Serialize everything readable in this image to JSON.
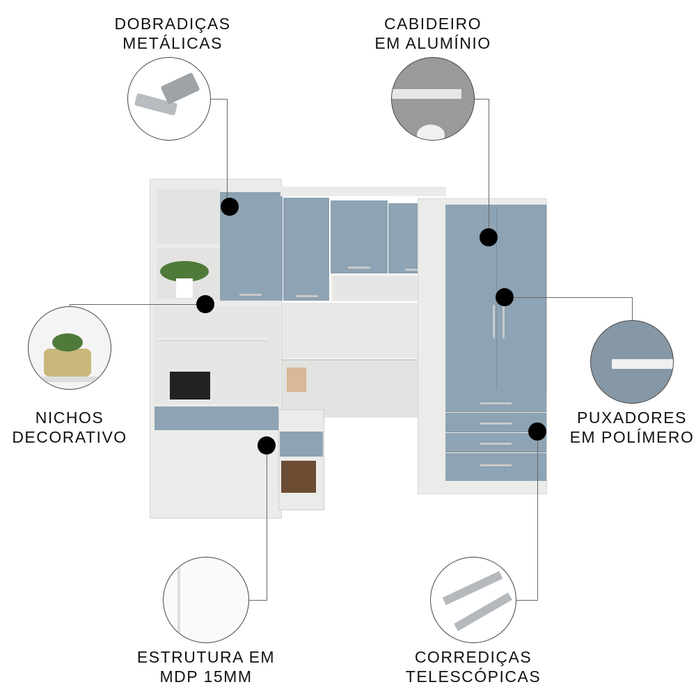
{
  "features": [
    {
      "line1": "DOBRADIÇAS",
      "line2": "METÁLICAS",
      "icon": "hinge-icon"
    },
    {
      "line1": "CABIDEIRO",
      "line2": "EM ALUMÍNIO",
      "icon": "hanger-rod-icon"
    },
    {
      "line1": "NICHOS",
      "line2": "DECORATIVO",
      "icon": "decorative-niche-icon"
    },
    {
      "line1": "PUXADORES",
      "line2": "EM POLÍMERO",
      "icon": "handle-icon"
    },
    {
      "line1": "ESTRUTURA EM",
      "line2": "MDP 15MM",
      "icon": "mdp-panel-icon"
    },
    {
      "line1": "CORREDIÇAS",
      "line2": "TELESCÓPICAS",
      "icon": "telescopic-slide-icon"
    }
  ],
  "colors": {
    "door": "#8ea3b3",
    "body": "#ebebe9"
  }
}
